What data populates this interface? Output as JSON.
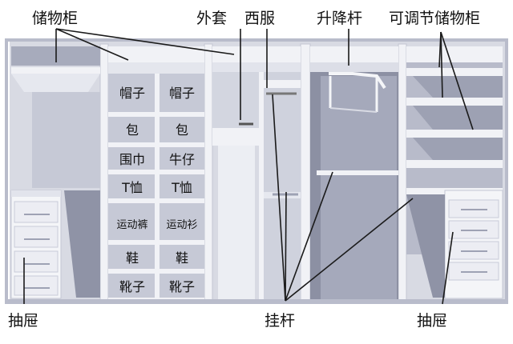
{
  "labels": {
    "storage_cabinet": "储物柜",
    "coat": "外套",
    "suit": "西服",
    "lift_rod": "升降杆",
    "adjustable_storage": "可调节储物柜",
    "drawer_left": "抽屉",
    "hanging_rod": "挂杆",
    "drawer_right": "抽屉"
  },
  "shelves": {
    "left_column": [
      "帽子",
      "包",
      "围巾",
      "T恤",
      "运动裤",
      "鞋",
      "靴子"
    ],
    "right_column": [
      "帽子",
      "包",
      "牛仔",
      "T恤",
      "运动衫",
      "鞋",
      "靴子"
    ]
  },
  "colors": {
    "panel_light": "#f1f2f6",
    "panel_mid": "#d8dae3",
    "panel_dark": "#9ea2b4",
    "edge": "#b9bccb",
    "leader": "#1a1a1a"
  }
}
